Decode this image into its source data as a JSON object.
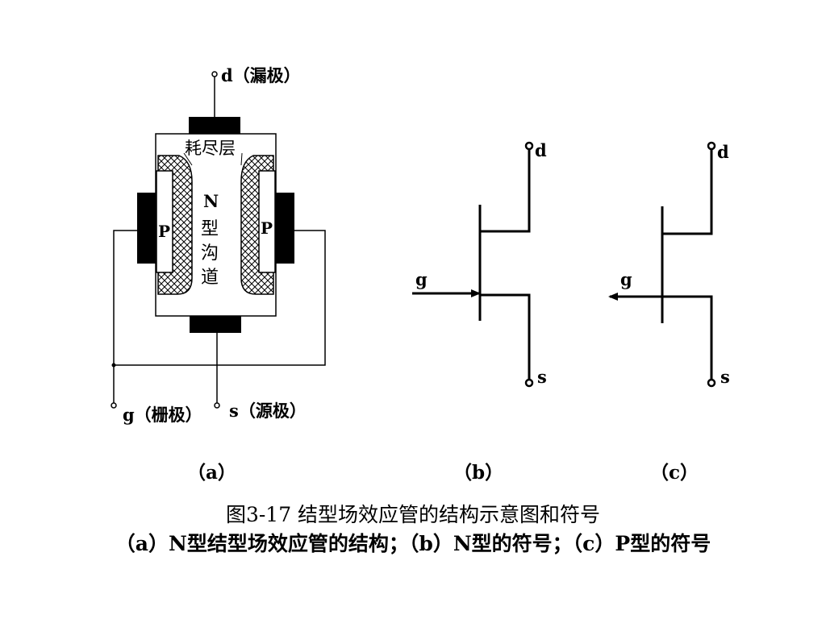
{
  "fig_a": {
    "drain_label": "d（漏极）",
    "depletion_label": "耗尽层",
    "n_channel_chars": [
      "N",
      "型",
      "沟",
      "道"
    ],
    "p_left": "P",
    "p_right": "P",
    "gate_label": "g（栅极）",
    "source_label": "s（源极）",
    "panel_label": "（a）"
  },
  "fig_b": {
    "drain": "d",
    "gate": "g",
    "source": "s",
    "panel_label": "（b）"
  },
  "fig_c": {
    "drain": "d",
    "gate": "g",
    "source": "s",
    "panel_label": "（c）"
  },
  "caption": {
    "line1": "图3-17  结型场效应管的结构示意图和符号",
    "line2": "（a）N型结型场效应管的结构；（b）N型的符号；（c）P型的符号"
  }
}
